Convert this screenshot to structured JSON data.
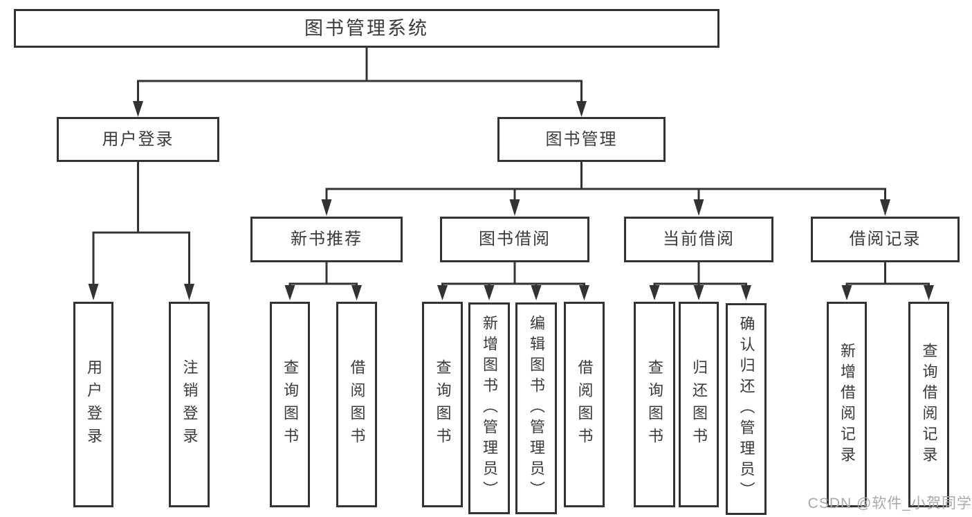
{
  "page": {
    "background": "#ffffff",
    "line_color": "#333333",
    "text_color": "#3a3a3a",
    "watermark_color": "#a9a9a9"
  },
  "tree": {
    "label": "图书管理系统",
    "children": [
      {
        "label": "用户登录",
        "children": [
          {
            "label": "用户登录"
          },
          {
            "label": "注销登录"
          }
        ]
      },
      {
        "label": "图书管理",
        "children": [
          {
            "label": "新书推荐",
            "children": [
              {
                "label": "查询图书"
              },
              {
                "label": "借阅图书"
              }
            ]
          },
          {
            "label": "图书借阅",
            "children": [
              {
                "label": "查询图书"
              },
              {
                "label": "新增图书（管理员）"
              },
              {
                "label": "编辑图书（管理员）"
              },
              {
                "label": "借阅图书"
              }
            ]
          },
          {
            "label": "当前借阅",
            "children": [
              {
                "label": "查询图书"
              },
              {
                "label": "归还图书"
              },
              {
                "label": "确认归还（管理员）"
              }
            ]
          },
          {
            "label": "借阅记录",
            "children": [
              {
                "label": "新增借阅记录"
              },
              {
                "label": "查询借阅记录"
              }
            ]
          }
        ]
      }
    ]
  },
  "watermark": {
    "text": "CSDN @软件_小贺同学"
  }
}
